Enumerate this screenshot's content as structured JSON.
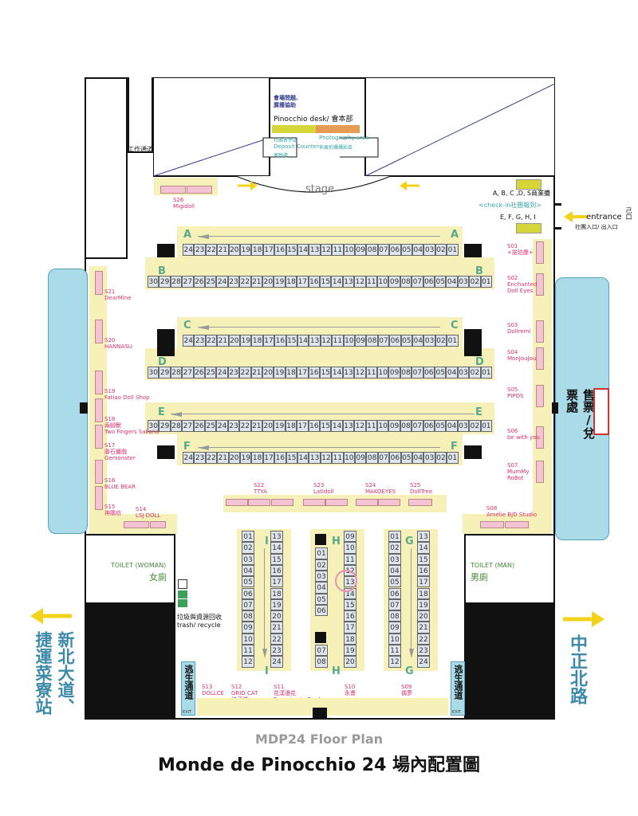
{
  "header": {
    "help": "會場問題、\n廣播協助",
    "pinocchio_desk": "Pinocchio desk/ 會本部",
    "deposit_zh": "社團寄件區",
    "deposit_en": "Deposit Counter",
    "deposit_sub": "寄物處",
    "photo_en": "Photography area",
    "photo_zh": "佈展拍攝攝影區",
    "work_passage": "工作通道",
    "stage": "stage"
  },
  "checkin": {
    "abcd": "A, B, C ,D, S商業攤",
    "checkin_label": "<check-in社團報到>",
    "efghi": "E, F, G, H, I",
    "entrance": "entrance",
    "entrance_zh": "社團入口/ 出入口",
    "side_mark": "己口"
  },
  "ticket": "售票/兌票處",
  "rows": {
    "A": {
      "label": "A",
      "numbers": [
        "24",
        "23",
        "22",
        "21",
        "20",
        "19",
        "18",
        "17",
        "16",
        "15",
        "14",
        "13",
        "12",
        "11",
        "10",
        "09",
        "08",
        "07",
        "06",
        "05",
        "04",
        "03",
        "02",
        "01"
      ]
    },
    "B": {
      "label": "B",
      "numbers": [
        "30",
        "29",
        "28",
        "27",
        "26",
        "25",
        "24",
        "23",
        "22",
        "21",
        "20",
        "19",
        "18",
        "17",
        "16",
        "15",
        "14",
        "13",
        "12",
        "11",
        "10",
        "09",
        "08",
        "07",
        "06",
        "05",
        "04",
        "03",
        "02",
        "01"
      ]
    },
    "C": {
      "label": "C",
      "numbers": [
        "24",
        "23",
        "22",
        "21",
        "20",
        "19",
        "18",
        "17",
        "16",
        "15",
        "14",
        "13",
        "12",
        "11",
        "10",
        "09",
        "08",
        "07",
        "06",
        "05",
        "04",
        "03",
        "02",
        "01"
      ]
    },
    "D": {
      "label": "D",
      "numbers": [
        "30",
        "29",
        "28",
        "27",
        "26",
        "25",
        "24",
        "23",
        "22",
        "21",
        "20",
        "19",
        "18",
        "17",
        "16",
        "15",
        "14",
        "13",
        "12",
        "11",
        "10",
        "09",
        "08",
        "07",
        "06",
        "05",
        "04",
        "03",
        "02",
        "01"
      ]
    },
    "E": {
      "label": "E",
      "numbers": [
        "30",
        "29",
        "28",
        "27",
        "26",
        "25",
        "24",
        "23",
        "22",
        "21",
        "20",
        "19",
        "18",
        "17",
        "16",
        "15",
        "14",
        "13",
        "12",
        "11",
        "10",
        "09",
        "08",
        "07",
        "06",
        "05",
        "04",
        "03",
        "02",
        "01"
      ]
    },
    "F": {
      "label": "F",
      "numbers": [
        "24",
        "23",
        "22",
        "21",
        "20",
        "19",
        "18",
        "17",
        "16",
        "15",
        "14",
        "13",
        "12",
        "11",
        "10",
        "09",
        "08",
        "07",
        "06",
        "05",
        "04",
        "03",
        "02",
        "01"
      ]
    }
  },
  "cols": {
    "I": {
      "label": "I",
      "left": [
        "01",
        "02",
        "03",
        "04",
        "05",
        "06",
        "07",
        "08",
        "09",
        "10",
        "11",
        "12"
      ],
      "right": [
        "13",
        "14",
        "15",
        "16",
        "17",
        "18",
        "19",
        "20",
        "21",
        "22",
        "23",
        "24"
      ]
    },
    "H": {
      "label": "H",
      "left": [
        "01",
        "02",
        "03",
        "04",
        "05",
        "06",
        "07",
        "08"
      ],
      "right": [
        "09",
        "10",
        "11",
        "12",
        "13",
        "14",
        "15",
        "16",
        "17",
        "18",
        "19",
        "20"
      ]
    },
    "G": {
      "label": "G",
      "left": [
        "01",
        "02",
        "03",
        "04",
        "05",
        "06",
        "07",
        "08",
        "09",
        "10",
        "11",
        "12"
      ],
      "right": [
        "13",
        "14",
        "15",
        "16",
        "17",
        "18",
        "19",
        "20",
        "21",
        "22",
        "23",
        "24"
      ]
    }
  },
  "stalls": {
    "S26": {
      "id": "S26",
      "name": "Migidoll"
    },
    "S21": {
      "id": "S21",
      "name": "DearMine"
    },
    "S20": {
      "id": "S20",
      "name": "HANNASU"
    },
    "S19": {
      "id": "S19",
      "name": "Fatiao Doll Shop"
    },
    "S18": {
      "id": "S18",
      "name": "兩腳獸",
      "sub": "Two Fingers Sakana"
    },
    "S17": {
      "id": "S17",
      "name": "藤石醬戲",
      "sub": "Gemonster"
    },
    "S16": {
      "id": "S16",
      "name": "BLUE BEAR"
    },
    "S15": {
      "id": "S15",
      "name": "神鵰坊"
    },
    "S14": {
      "id": "S14",
      "name": "LSJ DOLL"
    },
    "S22": {
      "id": "S22",
      "name": "TTYA"
    },
    "S23": {
      "id": "S23",
      "name": "Latidoll"
    },
    "S24": {
      "id": "S24",
      "name": "MAKOEYES"
    },
    "S25": {
      "id": "S25",
      "name": "DollTree"
    },
    "S01": {
      "id": "S01",
      "name": "+諾珀塵+"
    },
    "S02": {
      "id": "S02",
      "name": "Enchanted",
      "sub": "Doll Eyes"
    },
    "S03": {
      "id": "S03",
      "name": "Dollremi"
    },
    "S04": {
      "id": "S04",
      "name": "MonJouJou"
    },
    "S05": {
      "id": "S05",
      "name": "PIPOS"
    },
    "S06": {
      "id": "S06",
      "name": "be with you"
    },
    "S07": {
      "id": "S07",
      "name": "MumMy",
      "sub": "RoBot"
    },
    "S08": {
      "id": "S08",
      "name": "Amélie BJD Studio"
    },
    "S13": {
      "id": "S13",
      "name": "DOLLCE"
    },
    "S12": {
      "id": "S12",
      "name": "GRID CAT",
      "sub": "格子貓"
    },
    "S11": {
      "id": "S11",
      "name": "花漾漫花",
      "sub": "Roaming in Garden"
    },
    "S10": {
      "id": "S10",
      "name": "永晝"
    },
    "S09": {
      "id": "S09",
      "name": "偶夢"
    }
  },
  "toilets": {
    "woman_en": "TOILET (WOMAN)",
    "woman_zh": "女廁",
    "man_en": "TOILET (MAN)",
    "man_zh": "男廁"
  },
  "trash": "垃圾與資源回收\ntrash/ recycle",
  "escape": "逃生通道",
  "exit": "EXIT",
  "left_dest": "新北大道、捷運菜寮站",
  "right_dest": "中正北路",
  "titles": {
    "en": "MDP24 Floor Plan",
    "zh": "Monde de Pinocchio 24 場內配置圖"
  },
  "colors": {
    "booth_yellow": "#f6f1b8",
    "stall_pink": "#f4c4d4",
    "row_green": "#5aa88a",
    "stall_text": "#d5346f",
    "exit_blue": "#a9dbe9",
    "arrow_yellow": "#f5d21a"
  }
}
